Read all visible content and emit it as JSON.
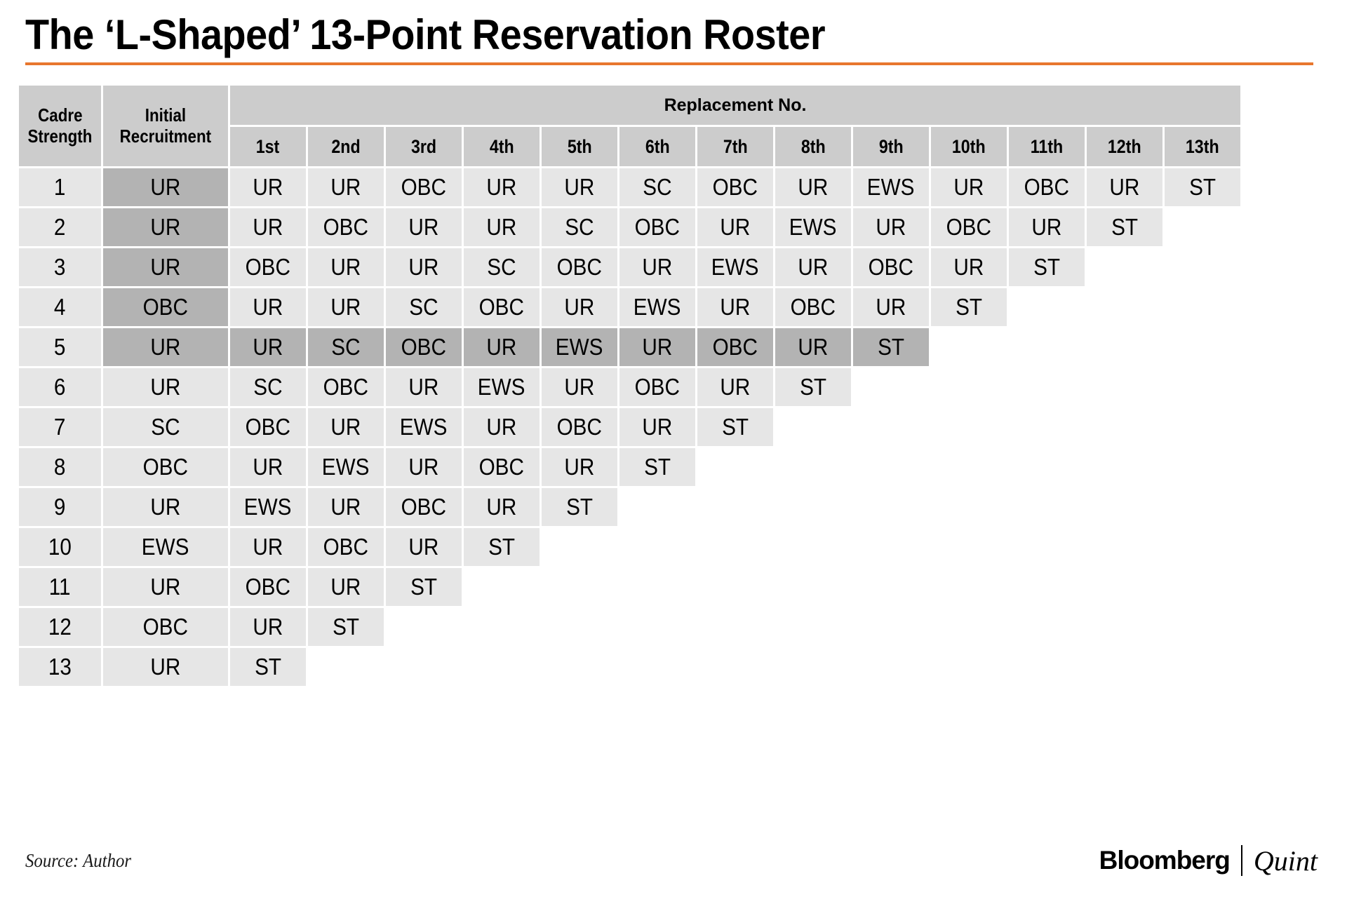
{
  "title": "The ‘L-Shaped’ 13-Point Reservation Roster",
  "accent_color": "#e8772e",
  "colors": {
    "header_bg": "#cccccc",
    "cell_bg": "#e6e6e6",
    "highlight_bg": "#b3b3b3",
    "page_bg": "#ffffff",
    "text": "#000000"
  },
  "table": {
    "col_cadre_strength": "Cadre Strength",
    "col_cadre_strength_line1": "Cadre",
    "col_cadre_strength_line2": "Strength",
    "col_initial_recruitment": "Initial Recruitment",
    "col_initial_line1": "Initial",
    "col_initial_line2": "Recruitment",
    "group_header": "Replacement No.",
    "replacement_headers": [
      "1st",
      "2nd",
      "3rd",
      "4th",
      "5th",
      "6th",
      "7th",
      "8th",
      "9th",
      "10th",
      "11th",
      "12th",
      "13th"
    ],
    "rows": [
      {
        "cadre": "1",
        "initial": "UR",
        "replacements": [
          "UR",
          "UR",
          "OBC",
          "UR",
          "UR",
          "SC",
          "OBC",
          "UR",
          "EWS",
          "UR",
          "OBC",
          "UR",
          "ST"
        ],
        "highlight": false,
        "initial_highlight": true
      },
      {
        "cadre": "2",
        "initial": "UR",
        "replacements": [
          "UR",
          "OBC",
          "UR",
          "UR",
          "SC",
          "OBC",
          "UR",
          "EWS",
          "UR",
          "OBC",
          "UR",
          "ST"
        ],
        "highlight": false,
        "initial_highlight": true
      },
      {
        "cadre": "3",
        "initial": "UR",
        "replacements": [
          "OBC",
          "UR",
          "UR",
          "SC",
          "OBC",
          "UR",
          "EWS",
          "UR",
          "OBC",
          "UR",
          "ST"
        ],
        "highlight": false,
        "initial_highlight": true
      },
      {
        "cadre": "4",
        "initial": "OBC",
        "replacements": [
          "UR",
          "UR",
          "SC",
          "OBC",
          "UR",
          "EWS",
          "UR",
          "OBC",
          "UR",
          "ST"
        ],
        "highlight": false,
        "initial_highlight": true
      },
      {
        "cadre": "5",
        "initial": "UR",
        "replacements": [
          "UR",
          "SC",
          "OBC",
          "UR",
          "EWS",
          "UR",
          "OBC",
          "UR",
          "ST"
        ],
        "highlight": true,
        "initial_highlight": true
      },
      {
        "cadre": "6",
        "initial": "UR",
        "replacements": [
          "SC",
          "OBC",
          "UR",
          "EWS",
          "UR",
          "OBC",
          "UR",
          "ST"
        ],
        "highlight": false,
        "initial_highlight": false
      },
      {
        "cadre": "7",
        "initial": "SC",
        "replacements": [
          "OBC",
          "UR",
          "EWS",
          "UR",
          "OBC",
          "UR",
          "ST"
        ],
        "highlight": false,
        "initial_highlight": false
      },
      {
        "cadre": "8",
        "initial": "OBC",
        "replacements": [
          "UR",
          "EWS",
          "UR",
          "OBC",
          "UR",
          "ST"
        ],
        "highlight": false,
        "initial_highlight": false
      },
      {
        "cadre": "9",
        "initial": "UR",
        "replacements": [
          "EWS",
          "UR",
          "OBC",
          "UR",
          "ST"
        ],
        "highlight": false,
        "initial_highlight": false
      },
      {
        "cadre": "10",
        "initial": "EWS",
        "replacements": [
          "UR",
          "OBC",
          "UR",
          "ST"
        ],
        "highlight": false,
        "initial_highlight": false
      },
      {
        "cadre": "11",
        "initial": "UR",
        "replacements": [
          "OBC",
          "UR",
          "ST"
        ],
        "highlight": false,
        "initial_highlight": false
      },
      {
        "cadre": "12",
        "initial": "OBC",
        "replacements": [
          "UR",
          "ST"
        ],
        "highlight": false,
        "initial_highlight": false
      },
      {
        "cadre": "13",
        "initial": "UR",
        "replacements": [
          "ST"
        ],
        "highlight": false,
        "initial_highlight": false
      }
    ]
  },
  "footer": {
    "source": "Source: Author",
    "logo_primary": "Bloomberg",
    "logo_secondary": "Quint"
  }
}
